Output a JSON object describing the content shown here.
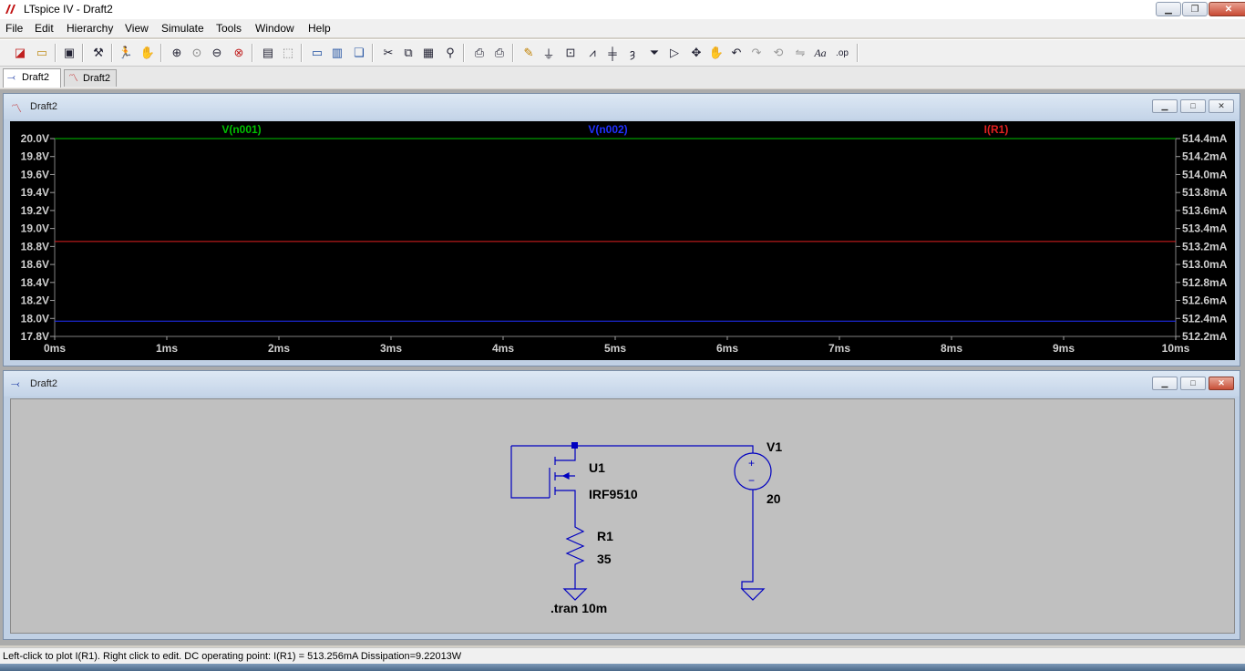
{
  "window": {
    "title": "LTspice IV - Draft2"
  },
  "menu": [
    "File",
    "Edit",
    "Hierarchy",
    "View",
    "Simulate",
    "Tools",
    "Window",
    "Help"
  ],
  "toolbar": {
    "text_button": "Aa",
    "spice_directive_button": ".op"
  },
  "tabs": [
    {
      "label": "Draft2",
      "icon": "schematic-icon",
      "active": true
    },
    {
      "label": "Draft2",
      "icon": "waveform-icon",
      "active": false
    }
  ],
  "plot_window": {
    "title": "Draft2",
    "icon": "waveform-icon"
  },
  "schematic_window": {
    "title": "Draft2",
    "icon": "schematic-icon"
  },
  "chart_data": {
    "type": "line",
    "background": "#000000",
    "series": [
      {
        "name": "V(n001)",
        "color": "#00c000",
        "axis": "left",
        "x": [
          0,
          10
        ],
        "y": [
          20.0,
          20.0
        ]
      },
      {
        "name": "V(n002)",
        "color": "#2030ff",
        "axis": "left",
        "x": [
          0,
          10
        ],
        "y": [
          17.97,
          17.97
        ]
      },
      {
        "name": "I(R1)",
        "color": "#e02020",
        "axis": "right",
        "x": [
          0,
          10
        ],
        "y": [
          513.256,
          513.256
        ]
      }
    ],
    "x_ticks": [
      "0ms",
      "1ms",
      "2ms",
      "3ms",
      "4ms",
      "5ms",
      "6ms",
      "7ms",
      "8ms",
      "9ms",
      "10ms"
    ],
    "xlim": [
      0,
      10
    ],
    "left_ticks": [
      "20.0V",
      "19.8V",
      "19.6V",
      "19.4V",
      "19.2V",
      "19.0V",
      "18.8V",
      "18.6V",
      "18.4V",
      "18.2V",
      "18.0V",
      "17.8V"
    ],
    "ylim_left": [
      17.8,
      20.0
    ],
    "right_ticks": [
      "514.4mA",
      "514.2mA",
      "514.0mA",
      "513.8mA",
      "513.6mA",
      "513.4mA",
      "513.2mA",
      "513.0mA",
      "512.8mA",
      "512.6mA",
      "512.4mA",
      "512.2mA"
    ],
    "ylim_right": [
      512.2,
      514.4
    ]
  },
  "schematic": {
    "wire_color": "#0000c0",
    "components": {
      "mosfet": {
        "ref": "U1",
        "value": "IRF9510"
      },
      "resistor": {
        "ref": "R1",
        "value": "35"
      },
      "source": {
        "ref": "V1",
        "value": "20",
        "plus": "+",
        "minus": "−"
      }
    },
    "directive": ".tran 10m"
  },
  "status": {
    "text": "Left-click to plot I(R1).  Right click to edit.  DC operating point: I(R1) = 513.256mA   Dissipation=9.22013W"
  }
}
